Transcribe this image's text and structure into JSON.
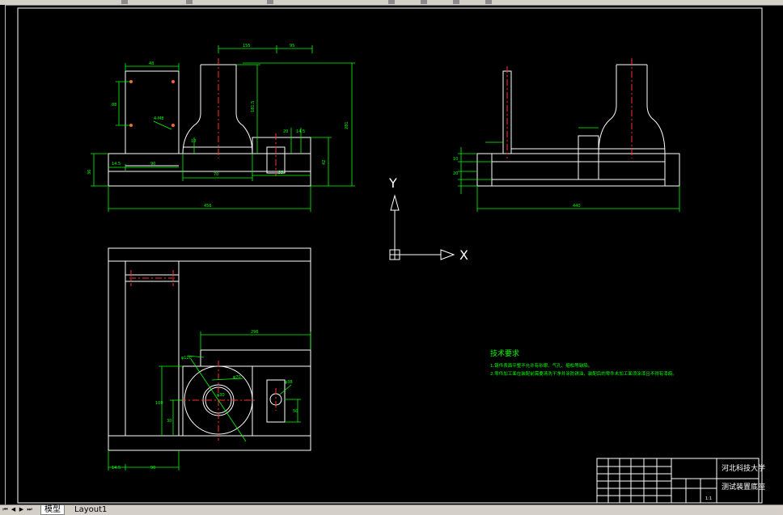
{
  "tabs": {
    "model": "模型",
    "layout1": "Layout1"
  },
  "nav": {
    "first": "⏮",
    "prev": "◀",
    "next": "▶",
    "last": "⏭"
  },
  "ucs": {
    "x_label": "X",
    "y_label": "Y"
  },
  "tech_req": {
    "title": "技术要求",
    "line1": "1.铸件表面平整不允许有砂眼、气孔、缩松等缺陷。",
    "line2": "2.零件加工面在装配前需要清洗干净并涂防锈油，装配后的零件未加工面须涂漆且不得有漆痕。"
  },
  "title_block": {
    "school": "河北科技大学",
    "part_name": "测试装置底座",
    "scale": "1:1"
  },
  "dims": {
    "top_48": "48",
    "top_155": "155",
    "top_95": "95",
    "left_v": "88",
    "hole_label": "4-M8",
    "h_181": "181.5",
    "h_281": "281",
    "small_20": "20",
    "small_10": "10",
    "small_14": "14.5",
    "w_14": "14.5",
    "w_90": "90",
    "w_70": "70",
    "w_55": "55",
    "w_456": "456",
    "left_h": "36",
    "right_h": "42",
    "side_w": "440",
    "side_10": "10",
    "side_20": "20",
    "plan_296": "296",
    "phi_120": "φ120",
    "phi_70": "φ70",
    "phi_30": "φ30",
    "phi_38": "φ38",
    "plan_100": "100",
    "plan_50": "50",
    "plan_30": "30",
    "plan_14": "14.5",
    "plan_90": "90"
  },
  "colors": {
    "line": "#ffffff",
    "dim": "#00ff00",
    "center": "#ff3030",
    "text": "#ffff66"
  }
}
